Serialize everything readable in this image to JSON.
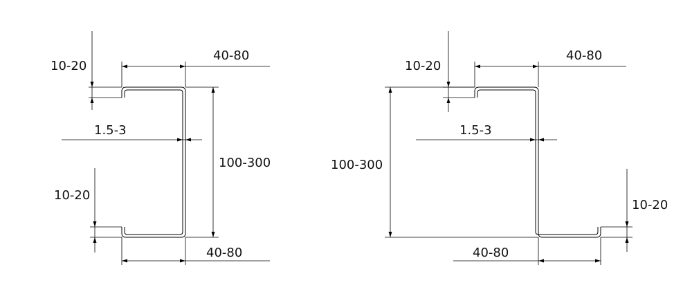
{
  "c_section": {
    "lip_top": "10-20",
    "flange_top": "40-80",
    "thickness": "1.5-3",
    "height": "100-300",
    "lip_bottom": "10-20",
    "flange_bottom": "40-80"
  },
  "z_section": {
    "lip_top": "10-20",
    "flange_top": "40-80",
    "thickness": "1.5-3",
    "height": "100-300",
    "lip_bottom": "10-20",
    "flange_bottom": "40-80"
  }
}
